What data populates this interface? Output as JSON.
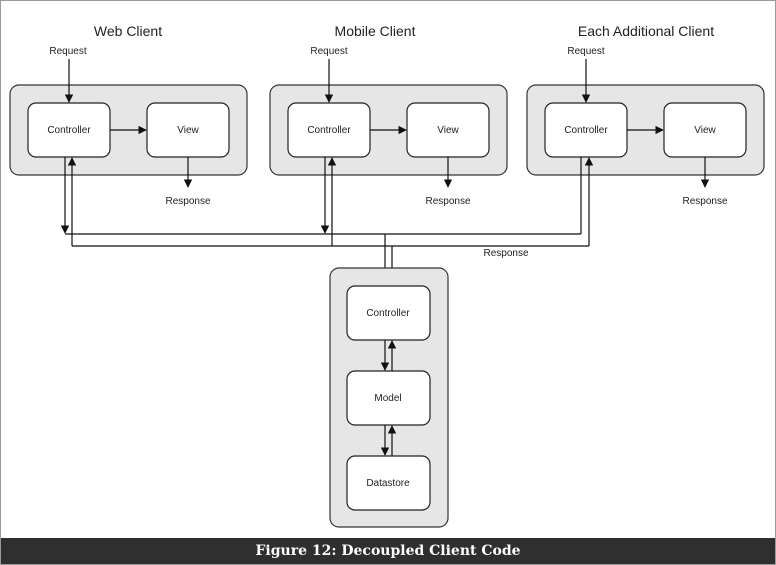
{
  "diagram": {
    "clients": [
      {
        "title": "Web Client",
        "request_label": "Request",
        "controller_label": "Controller",
        "view_label": "View",
        "response_label": "Response"
      },
      {
        "title": "Mobile Client",
        "request_label": "Request",
        "controller_label": "Controller",
        "view_label": "View",
        "response_label": "Response"
      },
      {
        "title": "Each Additional Client",
        "request_label": "Request",
        "controller_label": "Controller",
        "view_label": "View",
        "response_label": "Response"
      }
    ],
    "bus_response_label": "Response",
    "server": {
      "controller_label": "Controller",
      "model_label": "Model",
      "datastore_label": "Datastore"
    }
  },
  "caption": "Figure 12: Decoupled Client Code"
}
